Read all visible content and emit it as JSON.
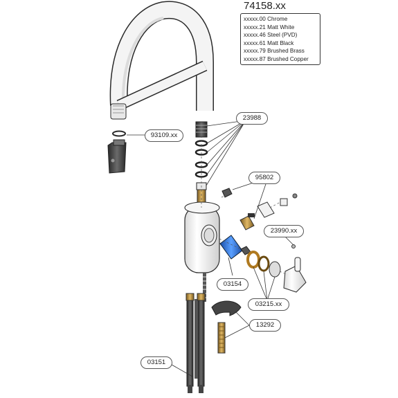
{
  "diagram": {
    "title": "74158.xx",
    "finish_options": [
      "xxxxx.00 Chrome",
      "xxxxx.21 Matt White",
      "xxxxx.46 Steel (PVD)",
      "xxxxx.61 Matt Black",
      "xxxxx.79 Brushed Brass",
      "xxxxx.87 Brushed Copper"
    ],
    "part_labels": {
      "spray_head": "93109.xx",
      "seals": "23988",
      "cartridge_screw": "95802",
      "handle": "23990.xx",
      "cartridge": "03154",
      "rings": "03215.xx",
      "mounting_kit": "13292",
      "supply_hoses": "03151"
    },
    "colors": {
      "body": "#f2f2f2",
      "outline": "#2a2a2a",
      "cartridge_blue": "#2b6fd8",
      "brass": "#b48a3c",
      "dark_part": "#3a3a3a"
    }
  }
}
